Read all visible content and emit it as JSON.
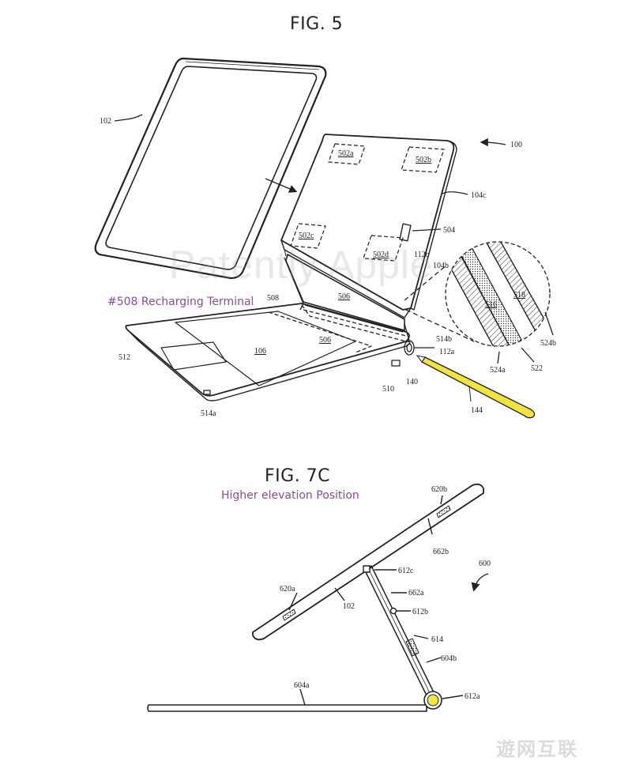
{
  "fig5": {
    "title": "FIG. 5",
    "caption": "#508 Recharging Terminal",
    "labels": {
      "l102": "102",
      "l100": "100",
      "l104c": "104c",
      "l502a": "502a",
      "l502b": "502b",
      "l502c": "502c",
      "l502d": "502d",
      "l504": "504",
      "l112b": "112b",
      "l104b": "104b",
      "l506a": "506",
      "l506b": "506",
      "l508": "508",
      "l512": "512",
      "l106": "106",
      "l514b": "514b",
      "l112a": "112a",
      "l510": "510",
      "l140": "140",
      "l514a": "514a",
      "l144": "144",
      "l516": "516",
      "l518": "518",
      "l524a": "524a",
      "l524b": "524b",
      "l522": "522"
    }
  },
  "fig7c": {
    "title": "FIG. 7C",
    "caption": "Higher elevation Position",
    "labels": {
      "l620b": "620b",
      "l662b": "662b",
      "l600": "600",
      "l612c": "612c",
      "l620a": "620a",
      "l662a": "662a",
      "l102": "102",
      "l612b": "612b",
      "l614": "614",
      "l604b": "604b",
      "l604a": "604a",
      "l612a": "612a"
    }
  },
  "watermark": "Patently Apple",
  "corner_watermark": "遊网互联",
  "colors": {
    "line": "#222222",
    "pencil": "#f0e442",
    "hinge": "#f2e34a",
    "caption": "#8a4a9a"
  }
}
